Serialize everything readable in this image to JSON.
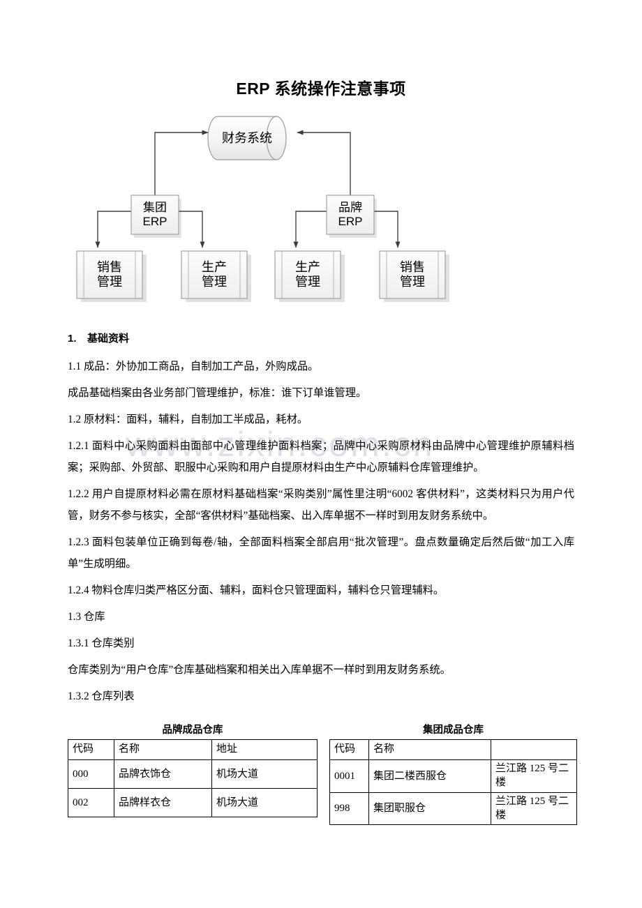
{
  "document": {
    "title": "ERP 系统操作注意事项",
    "watermark": "www.zixin.com.cn"
  },
  "diagram": {
    "name": "erp-architecture-diagram",
    "nodes": {
      "finance": {
        "label": "财务系统",
        "shape": "cylinder"
      },
      "group_erp": {
        "label": "集团ERP",
        "shape": "rectangle"
      },
      "brand_erp": {
        "label": "品牌ERP",
        "shape": "rectangle"
      },
      "group_sales": {
        "label": "销售\n管理",
        "shape": "predefined-process"
      },
      "group_production": {
        "label": "生产\n管理",
        "shape": "predefined-process"
      },
      "brand_production": {
        "label": "生产\n管理",
        "shape": "predefined-process"
      },
      "brand_sales": {
        "label": "销售\n管理",
        "shape": "predefined-process"
      }
    }
  },
  "content": {
    "section_heading": {
      "num": "1.",
      "text": "基础资料"
    },
    "paragraphs": [
      "1.1 成品：外协加工商品，自制加工产品，外购成品。",
      "成品基础档案由各业务部门管理维护，标准：谁下订单谁管理。",
      "1.2 原材料：面料，辅料，自制加工半成品，耗材。",
      "1.2.1 面料中心采购面料由面部中心管理维护面料档案；品牌中心采购原材料由品牌中心管理维护原辅料档案；采购部、外贸部、职服中心采购和用户自提原材料由生产中心原辅料仓库管理维护。",
      "1.2.2 用户自提原材料必需在原材料基础档案“采购类别”属性里注明“6002 客供材料”，这类材料只为用户代管，财务不参与核实，全部“客供材料”基础档案、出入库单据不一样时到用友财务系统中。",
      "1.2.3 面料包装单位正确到每卷/轴，全部面料档案全部启用“批次管理”。盘点数量确定后然后做“加工入库单”生成明细。",
      "1.2.4 物料仓库归类严格区分面、辅料，面料仓只管理面料，辅料仓只管理辅料。",
      "1.3 仓库",
      "1.3.1 仓库类别",
      "仓库类别为“用户仓库”仓库基础档案和相关出入库单据不一样时到用友财务系统。",
      "1.3.2 仓库列表"
    ]
  },
  "tables": {
    "brand_warehouse": {
      "caption": "品牌成品仓库",
      "columns": [
        "代码",
        "名称",
        "地址"
      ],
      "rows": [
        [
          "000",
          "品牌衣饰仓",
          "机场大道"
        ],
        [
          "002",
          "品牌样衣仓",
          "机场大道"
        ]
      ]
    },
    "group_warehouse": {
      "caption": "集团成品仓库",
      "columns": [
        "代码",
        "名称",
        ""
      ],
      "rows": [
        [
          "0001",
          "集团二楼西服仓",
          "兰江路 125 号二楼"
        ],
        [
          "998",
          "集团职服仓",
          "兰江路 125 号二楼"
        ]
      ]
    }
  }
}
